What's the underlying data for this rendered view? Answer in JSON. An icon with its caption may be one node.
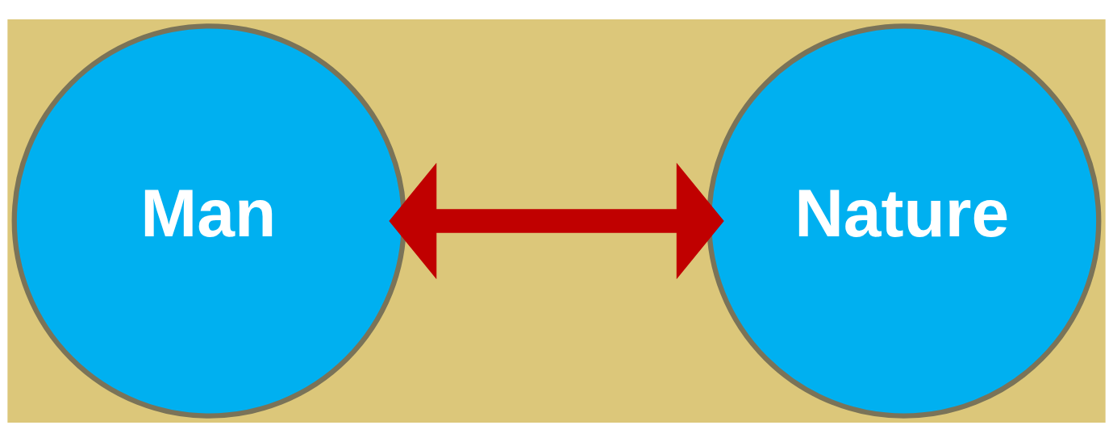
{
  "diagram": {
    "nodes": [
      {
        "text": [
          "Man"
        ]
      },
      {
        "text": [
          "Nature"
        ]
      }
    ],
    "edges": [
      {
        "from": 0,
        "to": 1,
        "arrow": "both",
        "color": "#c00000"
      }
    ]
  }
}
